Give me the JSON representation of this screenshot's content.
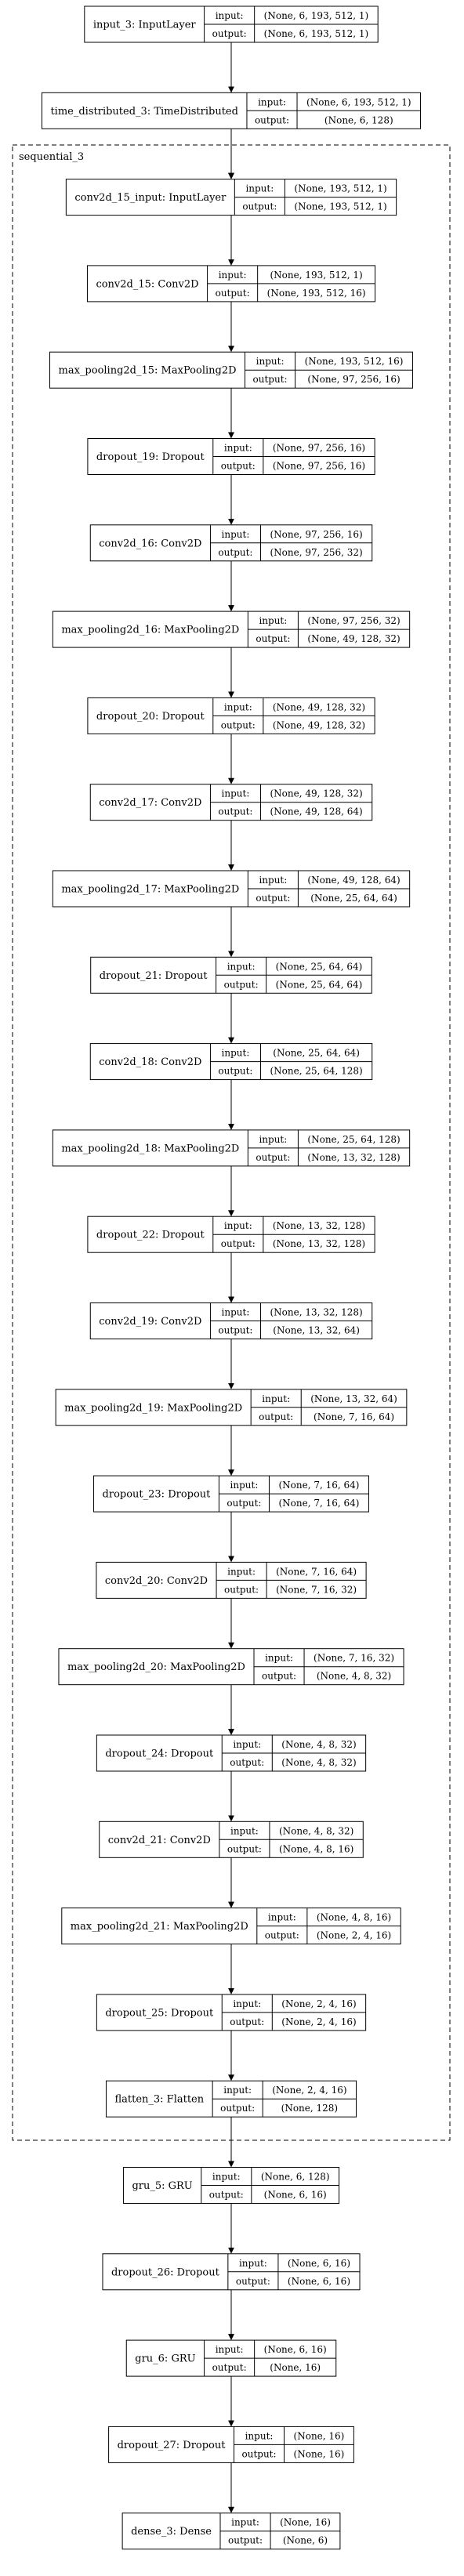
{
  "group": {
    "label": "sequential_3"
  },
  "port_labels": {
    "input": "input:",
    "output": "output:"
  },
  "layers": [
    {
      "name": "input_3: InputLayer",
      "input": "(None, 6, 193, 512, 1)",
      "output": "(None, 6, 193, 512, 1)"
    },
    {
      "name": "time_distributed_3: TimeDistributed",
      "input": "(None, 6, 193, 512, 1)",
      "output": "(None, 6, 128)"
    },
    {
      "name": "conv2d_15_input: InputLayer",
      "input": "(None, 193, 512, 1)",
      "output": "(None, 193, 512, 1)"
    },
    {
      "name": "conv2d_15: Conv2D",
      "input": "(None, 193, 512, 1)",
      "output": "(None, 193, 512, 16)"
    },
    {
      "name": "max_pooling2d_15: MaxPooling2D",
      "input": "(None, 193, 512, 16)",
      "output": "(None, 97, 256, 16)"
    },
    {
      "name": "dropout_19: Dropout",
      "input": "(None, 97, 256, 16)",
      "output": "(None, 97, 256, 16)"
    },
    {
      "name": "conv2d_16: Conv2D",
      "input": "(None, 97, 256, 16)",
      "output": "(None, 97, 256, 32)"
    },
    {
      "name": "max_pooling2d_16: MaxPooling2D",
      "input": "(None, 97, 256, 32)",
      "output": "(None, 49, 128, 32)"
    },
    {
      "name": "dropout_20: Dropout",
      "input": "(None, 49, 128, 32)",
      "output": "(None, 49, 128, 32)"
    },
    {
      "name": "conv2d_17: Conv2D",
      "input": "(None, 49, 128, 32)",
      "output": "(None, 49, 128, 64)"
    },
    {
      "name": "max_pooling2d_17: MaxPooling2D",
      "input": "(None, 49, 128, 64)",
      "output": "(None, 25, 64, 64)"
    },
    {
      "name": "dropout_21: Dropout",
      "input": "(None, 25, 64, 64)",
      "output": "(None, 25, 64, 64)"
    },
    {
      "name": "conv2d_18: Conv2D",
      "input": "(None, 25, 64, 64)",
      "output": "(None, 25, 64, 128)"
    },
    {
      "name": "max_pooling2d_18: MaxPooling2D",
      "input": "(None, 25, 64, 128)",
      "output": "(None, 13, 32, 128)"
    },
    {
      "name": "dropout_22: Dropout",
      "input": "(None, 13, 32, 128)",
      "output": "(None, 13, 32, 128)"
    },
    {
      "name": "conv2d_19: Conv2D",
      "input": "(None, 13, 32, 128)",
      "output": "(None, 13, 32, 64)"
    },
    {
      "name": "max_pooling2d_19: MaxPooling2D",
      "input": "(None, 13, 32, 64)",
      "output": "(None, 7, 16, 64)"
    },
    {
      "name": "dropout_23: Dropout",
      "input": "(None, 7, 16, 64)",
      "output": "(None, 7, 16, 64)"
    },
    {
      "name": "conv2d_20: Conv2D",
      "input": "(None, 7, 16, 64)",
      "output": "(None, 7, 16, 32)"
    },
    {
      "name": "max_pooling2d_20: MaxPooling2D",
      "input": "(None, 7, 16, 32)",
      "output": "(None, 4, 8, 32)"
    },
    {
      "name": "dropout_24: Dropout",
      "input": "(None, 4, 8, 32)",
      "output": "(None, 4, 8, 32)"
    },
    {
      "name": "conv2d_21: Conv2D",
      "input": "(None, 4, 8, 32)",
      "output": "(None, 4, 8, 16)"
    },
    {
      "name": "max_pooling2d_21: MaxPooling2D",
      "input": "(None, 4, 8, 16)",
      "output": "(None, 2, 4, 16)"
    },
    {
      "name": "dropout_25: Dropout",
      "input": "(None, 2, 4, 16)",
      "output": "(None, 2, 4, 16)"
    },
    {
      "name": "flatten_3: Flatten",
      "input": "(None, 2, 4, 16)",
      "output": "(None, 128)"
    },
    {
      "name": "gru_5: GRU",
      "input": "(None, 6, 128)",
      "output": "(None, 6, 16)"
    },
    {
      "name": "dropout_26: Dropout",
      "input": "(None, 6, 16)",
      "output": "(None, 6, 16)"
    },
    {
      "name": "gru_6: GRU",
      "input": "(None, 6, 16)",
      "output": "(None, 16)"
    },
    {
      "name": "dropout_27: Dropout",
      "input": "(None, 16)",
      "output": "(None, 16)"
    },
    {
      "name": "dense_3: Dense",
      "input": "(None, 16)",
      "output": "(None, 6)"
    }
  ]
}
